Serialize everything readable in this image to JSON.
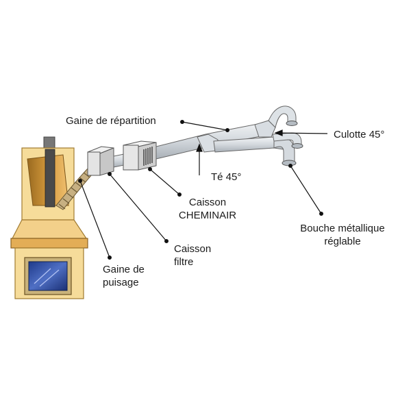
{
  "labels": {
    "gaine_repartition": "Gaine de répartition",
    "culotte": "Culotte 45°",
    "te": "Té 45°",
    "caisson_cheminair_1": "Caisson",
    "caisson_cheminair_2": "CHEMINAIR",
    "bouche_1": "Bouche métallique",
    "bouche_2": "réglable",
    "caisson_filtre_1": "Caisson",
    "caisson_filtre_2": "filtre",
    "gaine_puisage_1": "Gaine de",
    "gaine_puisage_2": "puisage"
  },
  "colors": {
    "fireplace_fill": "#f6dc9a",
    "fireplace_shadow": "#d9a848",
    "mantel": "#e8b660",
    "glass": "#2d4a9e",
    "duct": "#d7dce1",
    "duct_stroke": "#555555",
    "leader": "#111111"
  }
}
